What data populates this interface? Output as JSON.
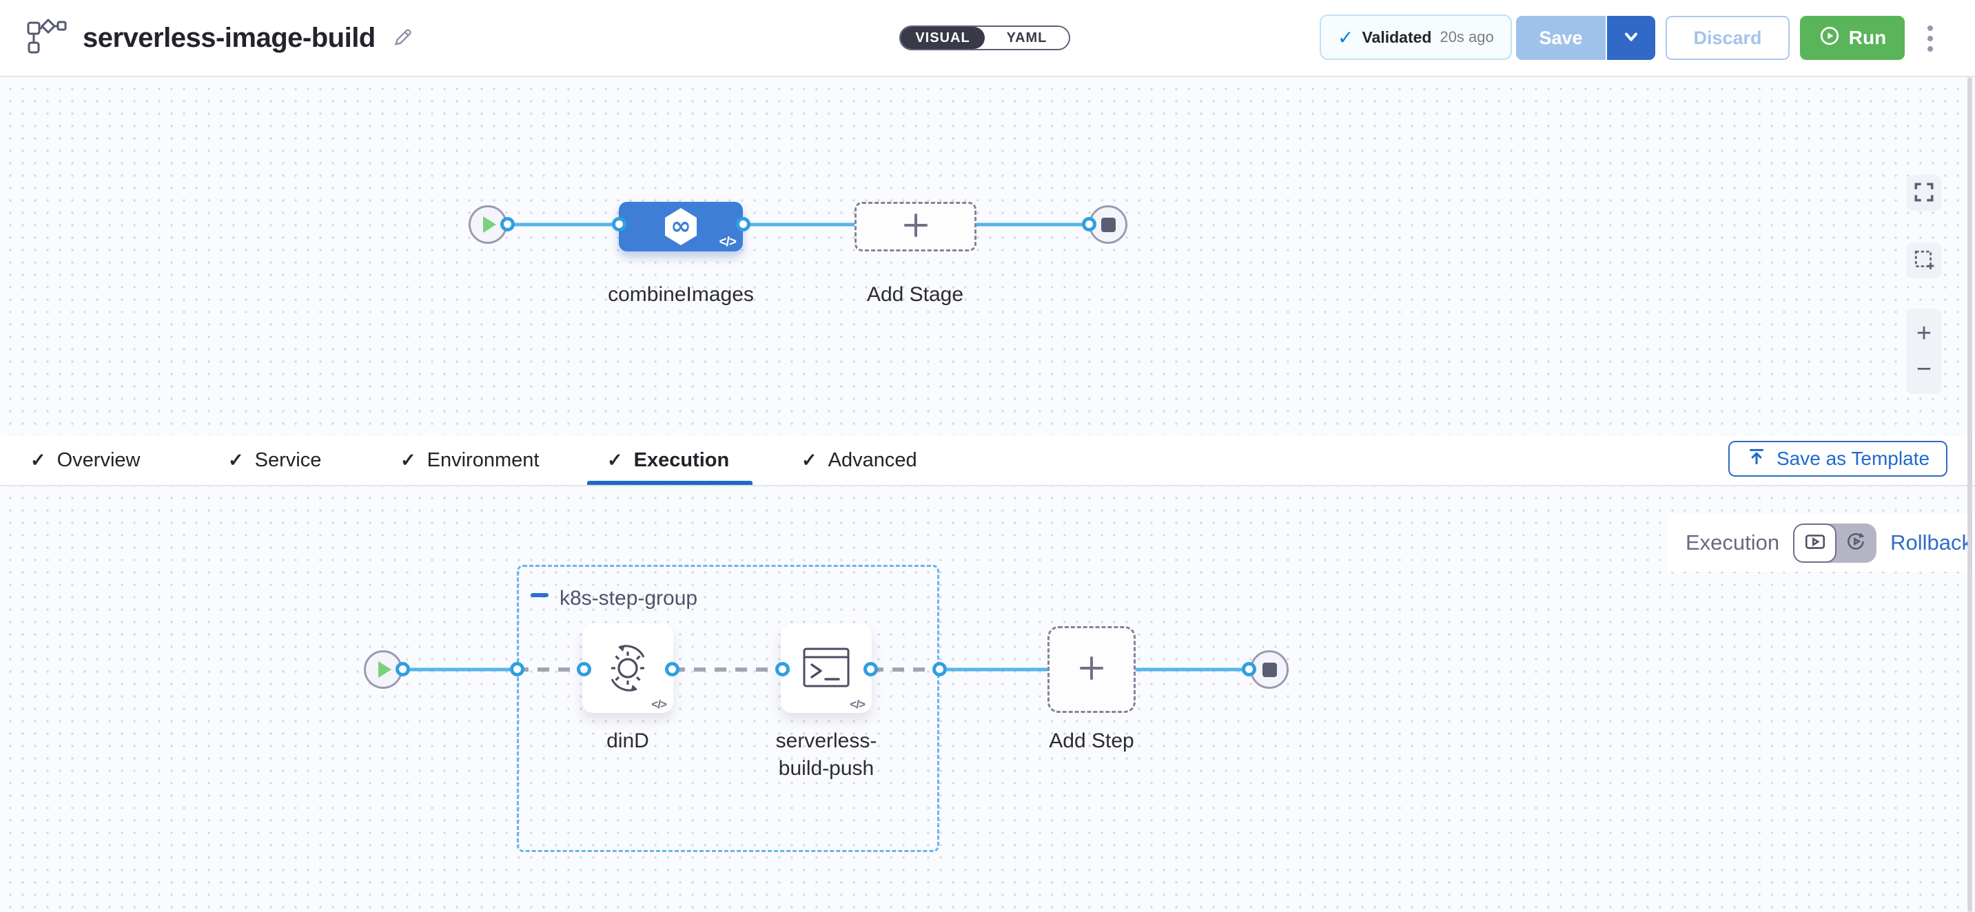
{
  "header": {
    "title": "serverless-image-build",
    "mode_toggle": {
      "options": [
        "VISUAL",
        "YAML"
      ],
      "active": "VISUAL"
    },
    "validation_badge": {
      "label": "Validated",
      "time": "20s ago"
    },
    "save_label": "Save",
    "discard_label": "Discard",
    "run_label": "Run"
  },
  "stage_canvas": {
    "stage_label": "combineImages",
    "add_stage_label": "Add Stage"
  },
  "tabs": {
    "items": [
      {
        "label": "Overview"
      },
      {
        "label": "Service"
      },
      {
        "label": "Environment"
      },
      {
        "label": "Execution"
      },
      {
        "label": "Advanced"
      }
    ],
    "active": "Execution",
    "save_as_template_label": "Save as Template"
  },
  "execution_canvas": {
    "toolbar": {
      "execution_label": "Execution",
      "rollback_label": "Rollback"
    },
    "step_group": {
      "name": "k8s-step-group"
    },
    "steps": [
      {
        "label": "dinD",
        "label_lines": [
          "dinD"
        ]
      },
      {
        "label": "serverless-build-push",
        "label_lines": [
          "serverless-",
          "build-push"
        ]
      }
    ],
    "add_step_label": "Add Step"
  },
  "icons": {
    "header_logo": "pipeline-graph-icon",
    "title_edit": "pencil-icon",
    "validation": "check-icon",
    "save_menu": "chevron-down-icon",
    "run": "circle-play-icon",
    "more": "kebab-menu-icon",
    "canvas_controls": [
      "fit-view-icon",
      "marquee-select-icon",
      "zoom-in-icon",
      "zoom-out-icon"
    ],
    "stage": "hexagon-infinity-icon",
    "code_badge": "code-icon",
    "step_dind": "gear-sync-icon",
    "step_serverless": "terminal-icon",
    "execution_toggle": [
      "play-box-icon",
      "rollback-play-icon"
    ],
    "save_template": "upload-icon",
    "tab_check": "check-icon",
    "add": "plus-icon"
  },
  "colors": {
    "primary_blue": "#2069ce",
    "stage_blue": "#3e7ed6",
    "connector_blue": "#54b5ea",
    "connector_ring": "#2f9fe0",
    "group_border_blue": "#66b6ea",
    "run_green": "#5ab45a",
    "validated_check": "#0b7fd4",
    "visual_toggle_dark": "#393a47",
    "canvas_bg": "#fafbff"
  }
}
